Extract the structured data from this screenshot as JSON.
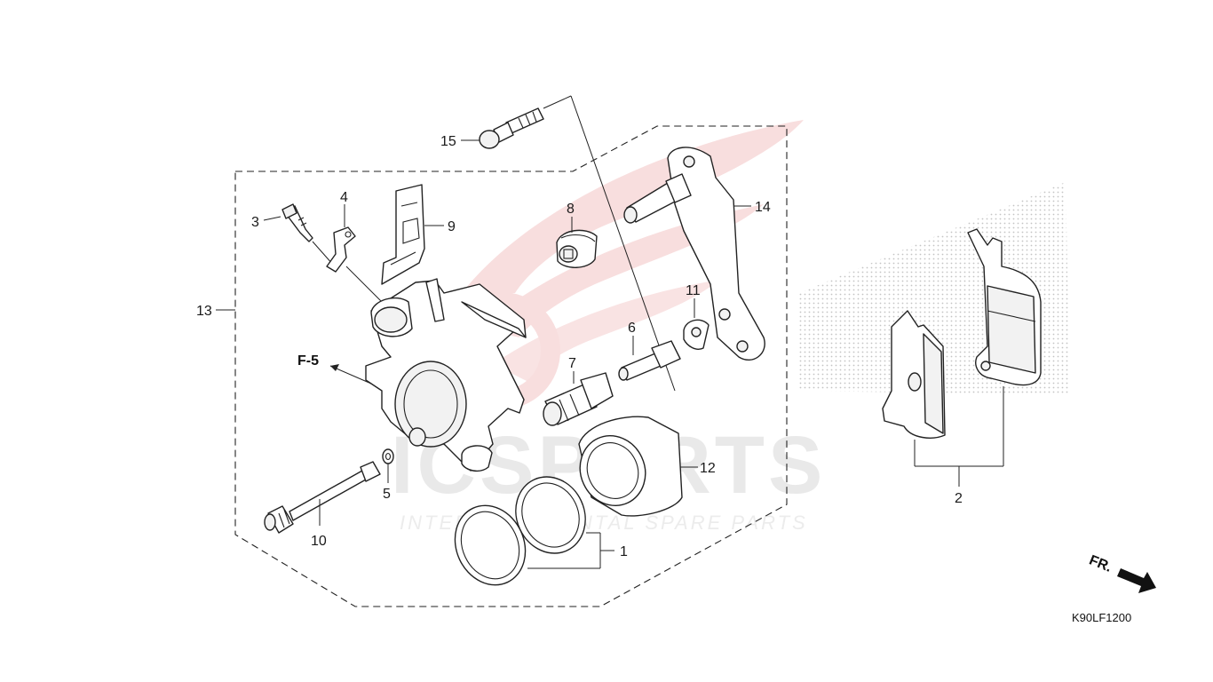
{
  "callouts": {
    "p1": "1",
    "p2": "2",
    "p3": "3",
    "p4": "4",
    "p5": "5",
    "p6": "6",
    "p7": "7",
    "p8": "8",
    "p9": "9",
    "p10": "10",
    "p11": "11",
    "p12": "12",
    "p13": "13",
    "p14": "14",
    "p15": "15"
  },
  "reference": "F-5",
  "front_arrow": "FR.",
  "diagram_code": "K90LF1200",
  "watermark": {
    "brand": "ICSPARTS",
    "tagline": "INTERCONTINENTAL SPARE PARTS"
  },
  "colors": {
    "line": "#222222",
    "watermark_red": "#f6d4d4",
    "watermark_gray": "#e9e9e9",
    "dot_pattern": "#bdbdbd"
  }
}
